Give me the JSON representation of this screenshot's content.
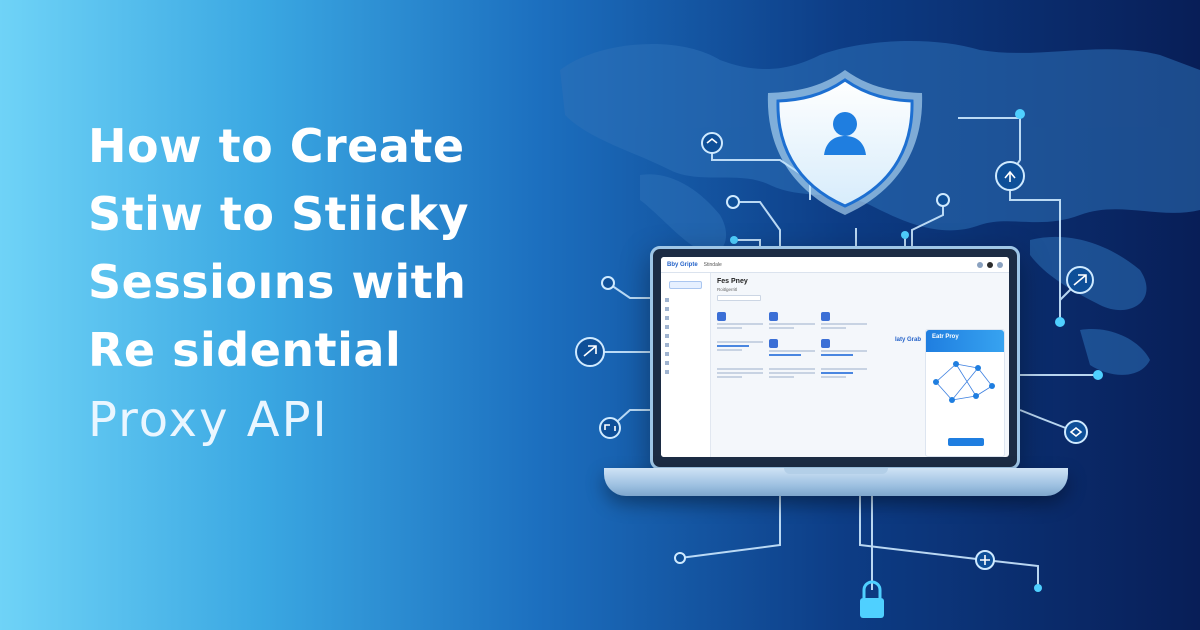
{
  "headline": {
    "line1": "How to Create",
    "line2": "Stiw to Stiicky",
    "line3": "Sessioıns with",
    "line4": "Re sidential",
    "line5": "Proxy API"
  },
  "colors": {
    "bg_left": "#6fd3f7",
    "bg_right": "#081e57",
    "accent": "#1f7ee0",
    "node": "#4fd0ff"
  },
  "icons": [
    "shield-user-icon",
    "padlock-icon",
    "network-node-icons",
    "globe-map"
  ],
  "screen": {
    "brand": "Bby Gripte",
    "topbar_text": "Stindale",
    "title": "Fes Pney",
    "subtitle": "Roitlgerritl",
    "panel_title": "Eatr Proy",
    "brand_tag": "Iaty Grab"
  }
}
